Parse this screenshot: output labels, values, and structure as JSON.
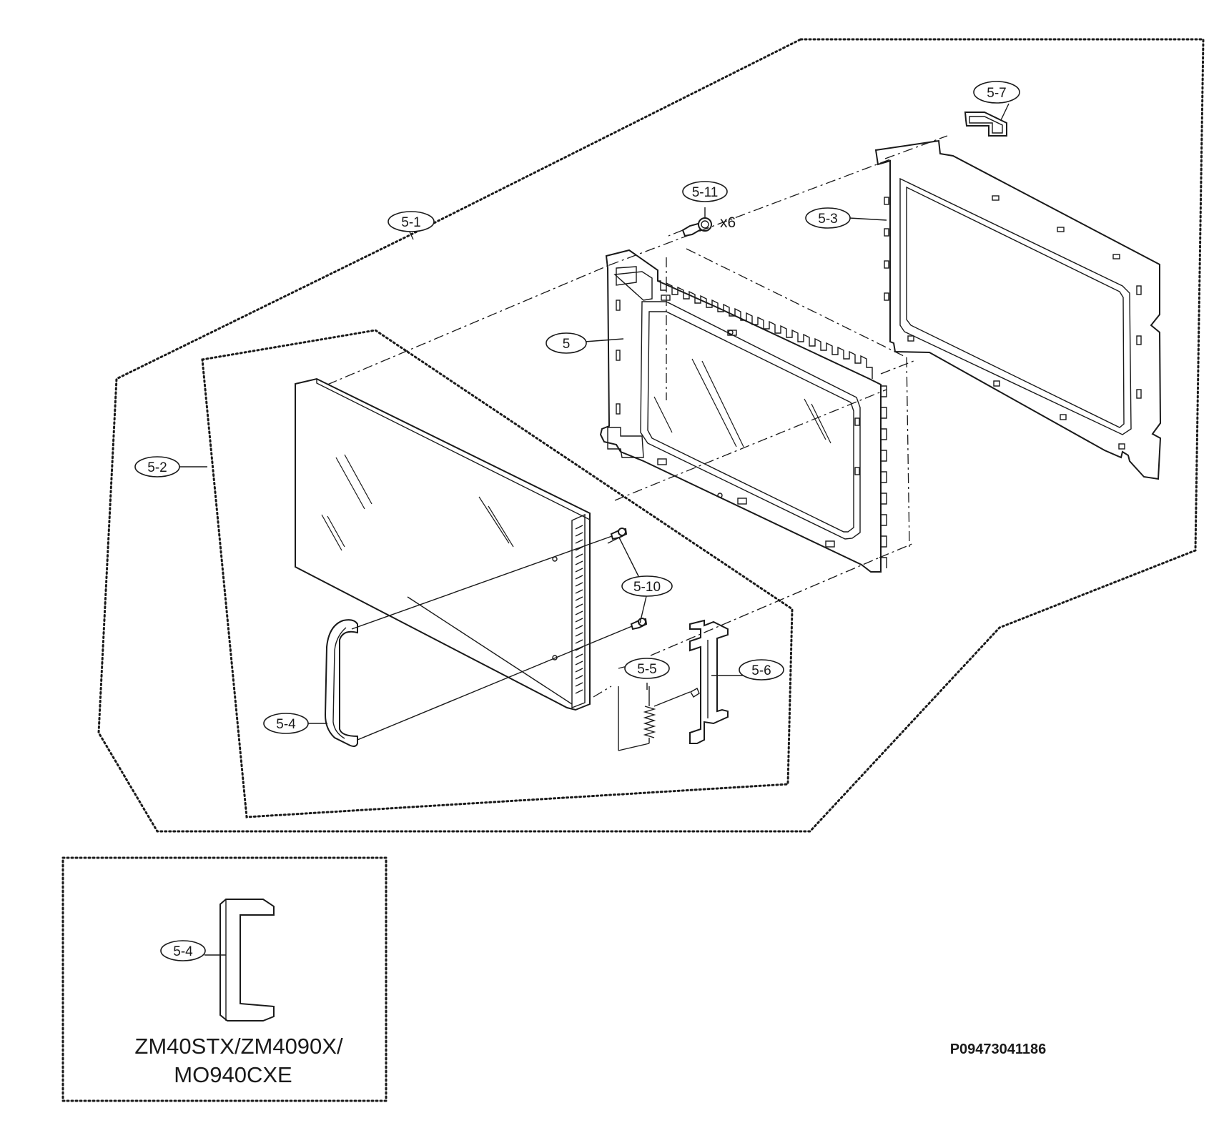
{
  "diagram": {
    "callouts": {
      "c_5_1": "5-1",
      "c_5_2": "5-2",
      "c_5_3": "5-3",
      "c_5_4": "5-4",
      "c_5_4_inset": "5-4",
      "c_5": "5",
      "c_5_5": "5-5",
      "c_5_6": "5-6",
      "c_5_7": "5-7",
      "c_5_10": "5-10",
      "c_5_11": "5-11"
    },
    "screw_quantity": "x6",
    "inset_models_line1": "ZM40STX/ZM4090X/",
    "inset_models_line2": "MO940CXE",
    "drawing_reference": "P09473041186"
  }
}
